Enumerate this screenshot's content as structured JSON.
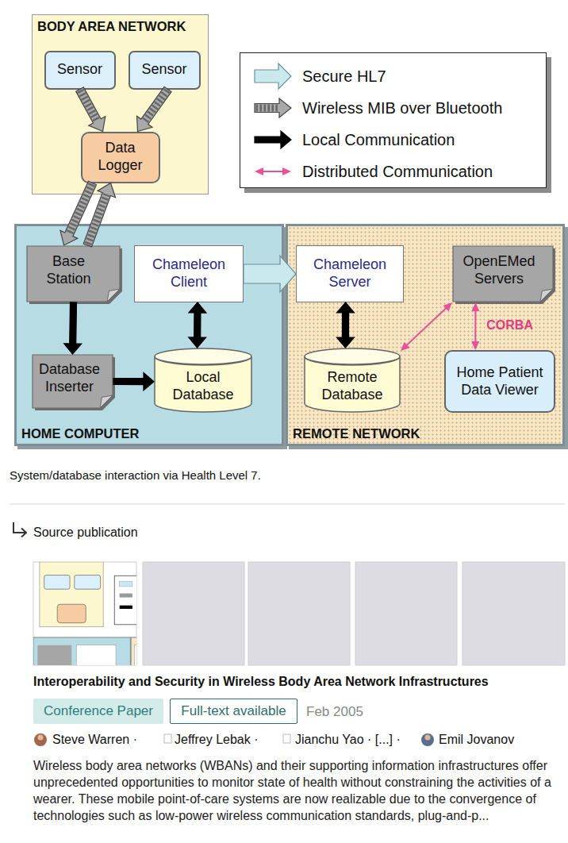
{
  "diagram": {
    "caption": "System/database interaction via Health Level 7.",
    "nodes": [
      {
        "text": [
          "BODY AREA NETWORK"
        ]
      },
      {
        "text": [
          "Sensor"
        ],
        "in": 0
      },
      {
        "text": [
          "Sensor"
        ],
        "in": 0
      },
      {
        "text": [
          "Data Logger"
        ],
        "in": 0
      },
      {
        "text": [
          "HOME COMPUTER"
        ]
      },
      {
        "text": [
          "Base Station"
        ],
        "in": 4
      },
      {
        "text": [
          "Chameleon Client"
        ],
        "in": 4
      },
      {
        "text": [
          "Database Inserter"
        ],
        "in": 4
      },
      {
        "text": [
          "Local Database"
        ],
        "in": 4
      },
      {
        "text": [
          "REMOTE NETWORK"
        ]
      },
      {
        "text": [
          "Chameleon Server"
        ],
        "in": 9
      },
      {
        "text": [
          "OpenEMed Servers"
        ],
        "in": 9
      },
      {
        "text": [
          "Remote Database"
        ],
        "in": 9
      },
      {
        "text": [
          "Home Patient Data Viewer"
        ],
        "in": 9
      },
      {
        "text": [
          "Conference Paper"
        ]
      },
      {
        "text": [
          "Full-text available"
        ]
      }
    ],
    "edges": [
      {
        "from": 1,
        "to": 3,
        "arrow": "to"
      },
      {
        "from": 2,
        "to": 3,
        "arrow": "to"
      },
      {
        "from": 3,
        "to": 5,
        "arrow": "to"
      },
      {
        "from": 5,
        "to": 3,
        "arrow": "to"
      },
      {
        "from": 5,
        "to": 7,
        "arrow": "to"
      },
      {
        "from": 7,
        "to": 8,
        "arrow": "to"
      },
      {
        "from": 6,
        "to": 8,
        "arrow": "both"
      },
      {
        "from": 6,
        "to": 10,
        "arrow": "to"
      },
      {
        "from": 10,
        "to": 12,
        "arrow": "both"
      },
      {
        "from": 12,
        "to": 11,
        "arrow": "both"
      },
      {
        "from": 11,
        "to": 13,
        "arrow": "both",
        "label": "CORBA"
      }
    ],
    "labels": [
      "Source publication",
      "Interoperability and Security in Wireless Body Area Network Infrastructures",
      "Feb 2005",
      "Steve Warren ·",
      "Jeffrey Lebak ·",
      "Jianchu Yao · [...] ·",
      "Emil Jovanov",
      "Wireless body area networks (WBANs) and their supporting information infrastructures offer unprecedented opportunities to monitor state of health without constraining the activities of a wearer. These mobile point-of-care systems are now realizable due to the convergence of technologies such as low-power wireless communication standards, plug-and-p..."
    ],
    "legend": [
      {
        "text": "Secure HL7"
      },
      {
        "text": "Wireless MIB over Bluetooth"
      },
      {
        "text": "Local Communication"
      },
      {
        "text": "Distributed Communication"
      }
    ]
  }
}
